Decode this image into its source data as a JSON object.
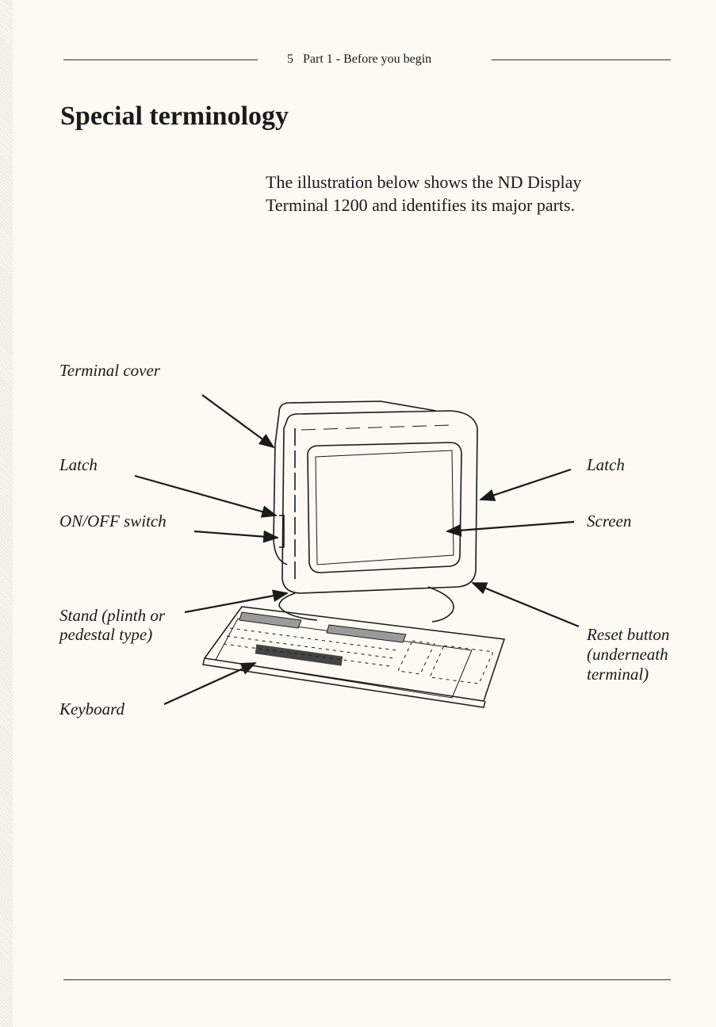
{
  "header": {
    "page_number": "5",
    "section": "Part 1 - Before you begin"
  },
  "title": "Special terminology",
  "intro": "The illustration below shows the ND Display Terminal 1200 and identifies its major parts.",
  "labels": {
    "terminal_cover": "Terminal cover",
    "latch_left": "Latch",
    "onoff_switch": "ON/OFF switch",
    "stand_line1": "Stand (plinth or",
    "stand_line2": "pedestal type)",
    "keyboard": "Keyboard",
    "latch_right": "Latch",
    "screen": "Screen",
    "reset_line1": "Reset button",
    "reset_line2": "(underneath",
    "reset_line3": "terminal)"
  }
}
